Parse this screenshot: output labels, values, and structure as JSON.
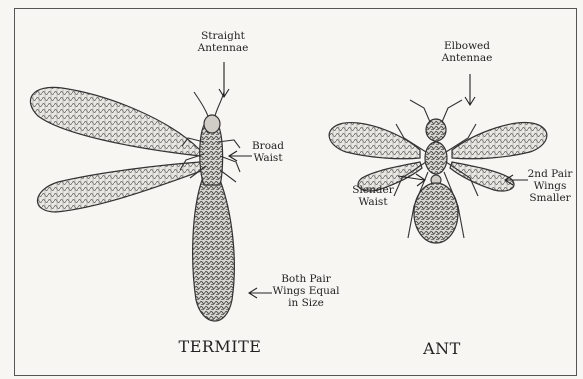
{
  "labels": {
    "termite_antennae": "Straight\nAntennae",
    "termite_waist": "Broad\nWaist",
    "termite_wings": "Both Pair\nWings Equal\nin Size",
    "termite_title": "TERMITE",
    "ant_antennae": "Elbowed\nAntennae",
    "ant_waist": "Slender\nWaist",
    "ant_wings": "2nd Pair\nWings\nSmaller",
    "ant_title": "ANT"
  }
}
